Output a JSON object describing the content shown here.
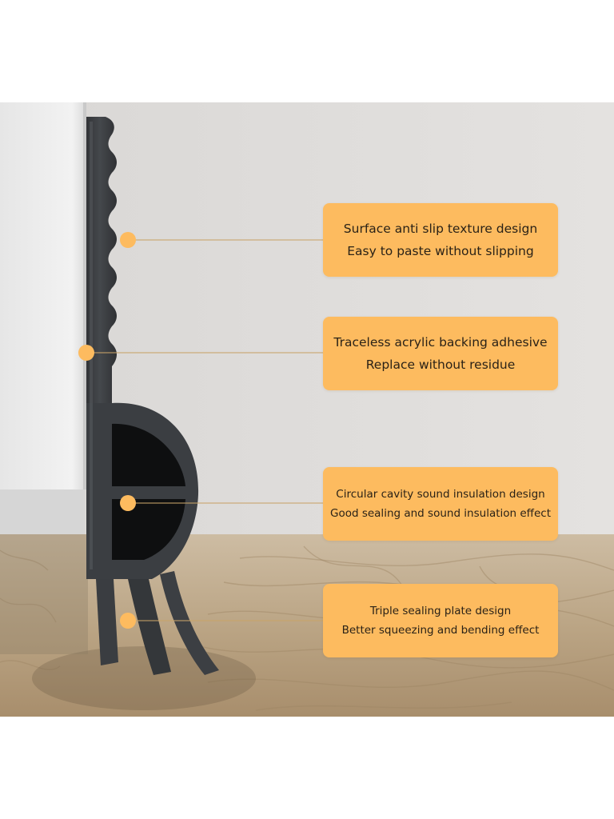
{
  "callouts": [
    {
      "lines": [
        "Surface anti slip texture design",
        "Easy to paste without slipping"
      ]
    },
    {
      "lines": [
        "Traceless acrylic backing adhesive",
        "Replace without residue"
      ]
    },
    {
      "lines": [
        "Circular cavity sound insulation design",
        "Good sealing and sound insulation effect"
      ]
    },
    {
      "lines": [
        "Triple sealing plate design",
        "Better squeezing and bending effect"
      ]
    }
  ],
  "colors": {
    "callout_fill": "#fdbb5f",
    "marker_dot": "#fdbb5f",
    "wall": "#dcdad8",
    "floor_wood": "#b9a487",
    "door": "#ececec",
    "seal_strip": "#3a3c3f"
  }
}
